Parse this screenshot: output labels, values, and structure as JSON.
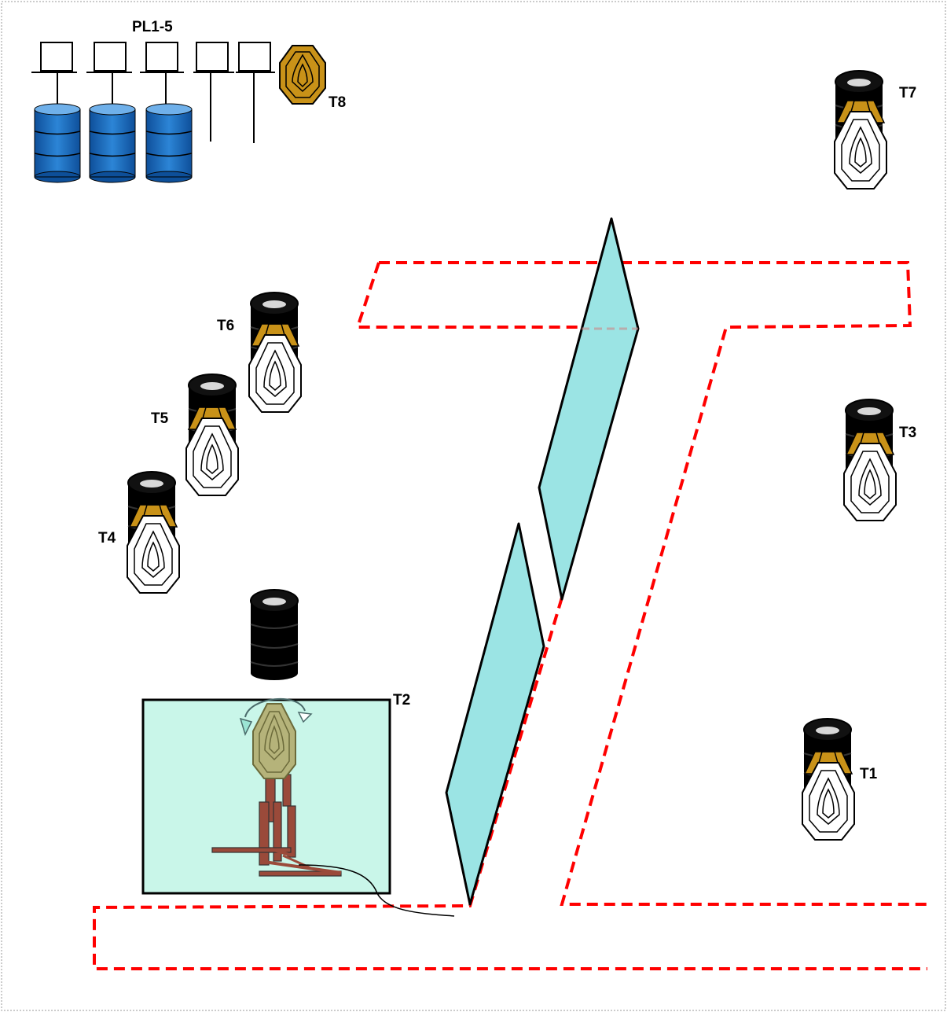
{
  "labels": {
    "pl": "PL1-5",
    "t1": "T1",
    "t2": "T2",
    "t3": "T3",
    "t4": "T4",
    "t5": "T5",
    "t6": "T6",
    "t7": "T7",
    "t8": "T8"
  },
  "colors": {
    "barrel": "#1f6fc0",
    "barrel_dark": "#0d4f99",
    "tire": "#000000",
    "brown_target": "#c99218",
    "barrier": "#9be4e4",
    "shoot_house": "#c9f6e9",
    "fault_line": "#ff0000",
    "mechanism": "#9a4a3a"
  },
  "icons": {
    "barrel": "barrel-icon",
    "tire_stack": "tire-stack-icon",
    "target": "steel-target-icon",
    "plate": "plate-icon",
    "turner": "turning-target-icon"
  }
}
